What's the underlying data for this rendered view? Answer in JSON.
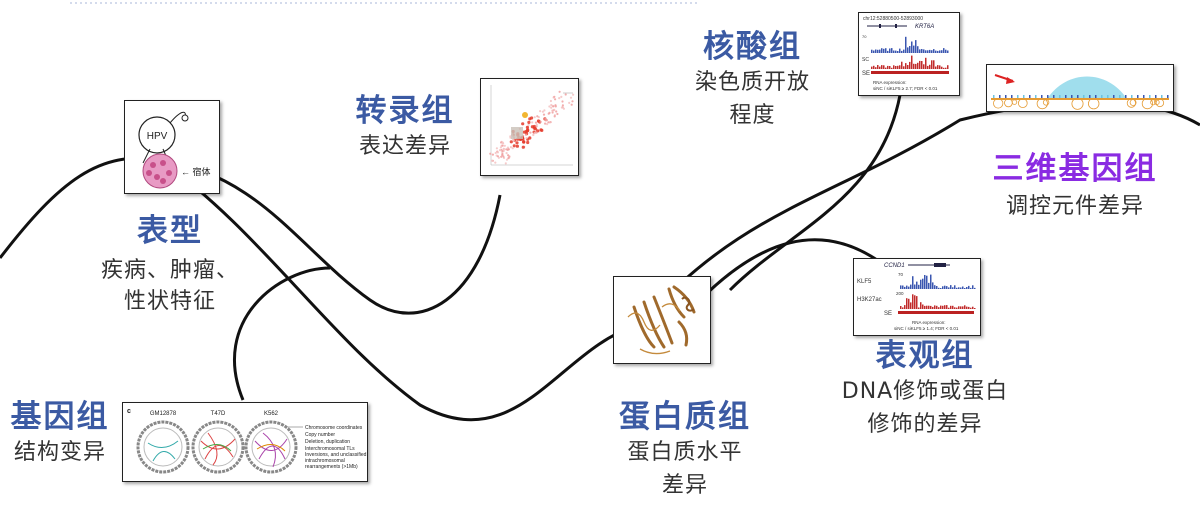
{
  "colors": {
    "title": "#3b5aa3",
    "title_3d": "#8a2be2",
    "desc": "#333333",
    "curve": "#111111"
  },
  "nodes": {
    "phenotype": {
      "title": "表型",
      "lines": [
        "疾病、肿瘤、",
        "性状特征"
      ]
    },
    "genome": {
      "title": "基因组",
      "lines": [
        "结构变异"
      ]
    },
    "transcript": {
      "title": "转录组",
      "lines": [
        "表达差异"
      ]
    },
    "nucleic": {
      "title": "核酸组",
      "lines": [
        "染色质开放",
        "程度"
      ]
    },
    "protein": {
      "title": "蛋白质组",
      "lines": [
        "蛋白质水平",
        "差异"
      ]
    },
    "epigenome": {
      "title": "表观组",
      "lines": [
        "DNA修饰或蛋白",
        "修饰的差异"
      ]
    },
    "genome3d": {
      "title": "三维基因组",
      "lines": [
        "调控元件差异"
      ]
    }
  },
  "figures": {
    "hpv": {
      "virus_label": "HPV",
      "side_label": "← 宿体"
    },
    "circos": {
      "panel_letter": "c",
      "samples": [
        "GM12878",
        "T47D",
        "K562"
      ],
      "legend": [
        "Chromosome coordinates",
        "Copy number",
        "Deletion, duplication",
        "Interchromosomal TLs",
        "Inversions, and unclassified",
        "intrachromosomal",
        "rearrangements (>1Mb)"
      ]
    },
    "krt6a": {
      "coord": "chr12:52880500-52893000",
      "gene": "KRT6A",
      "tracks": [
        "70",
        "SC",
        "SE"
      ],
      "note": [
        "RNA expression:",
        "siNC / siKLF5 ≥ 2.7; FDR < 0.01"
      ]
    },
    "ccnd1": {
      "gene": "CCND1",
      "tracks": [
        "KLF5",
        "H3K27ac",
        "SE"
      ],
      "scale": [
        "70",
        "200"
      ],
      "note": [
        "RNA expression:",
        "siNC / siKLF5 ≥ 1.4; FDR < 0.01"
      ]
    }
  }
}
